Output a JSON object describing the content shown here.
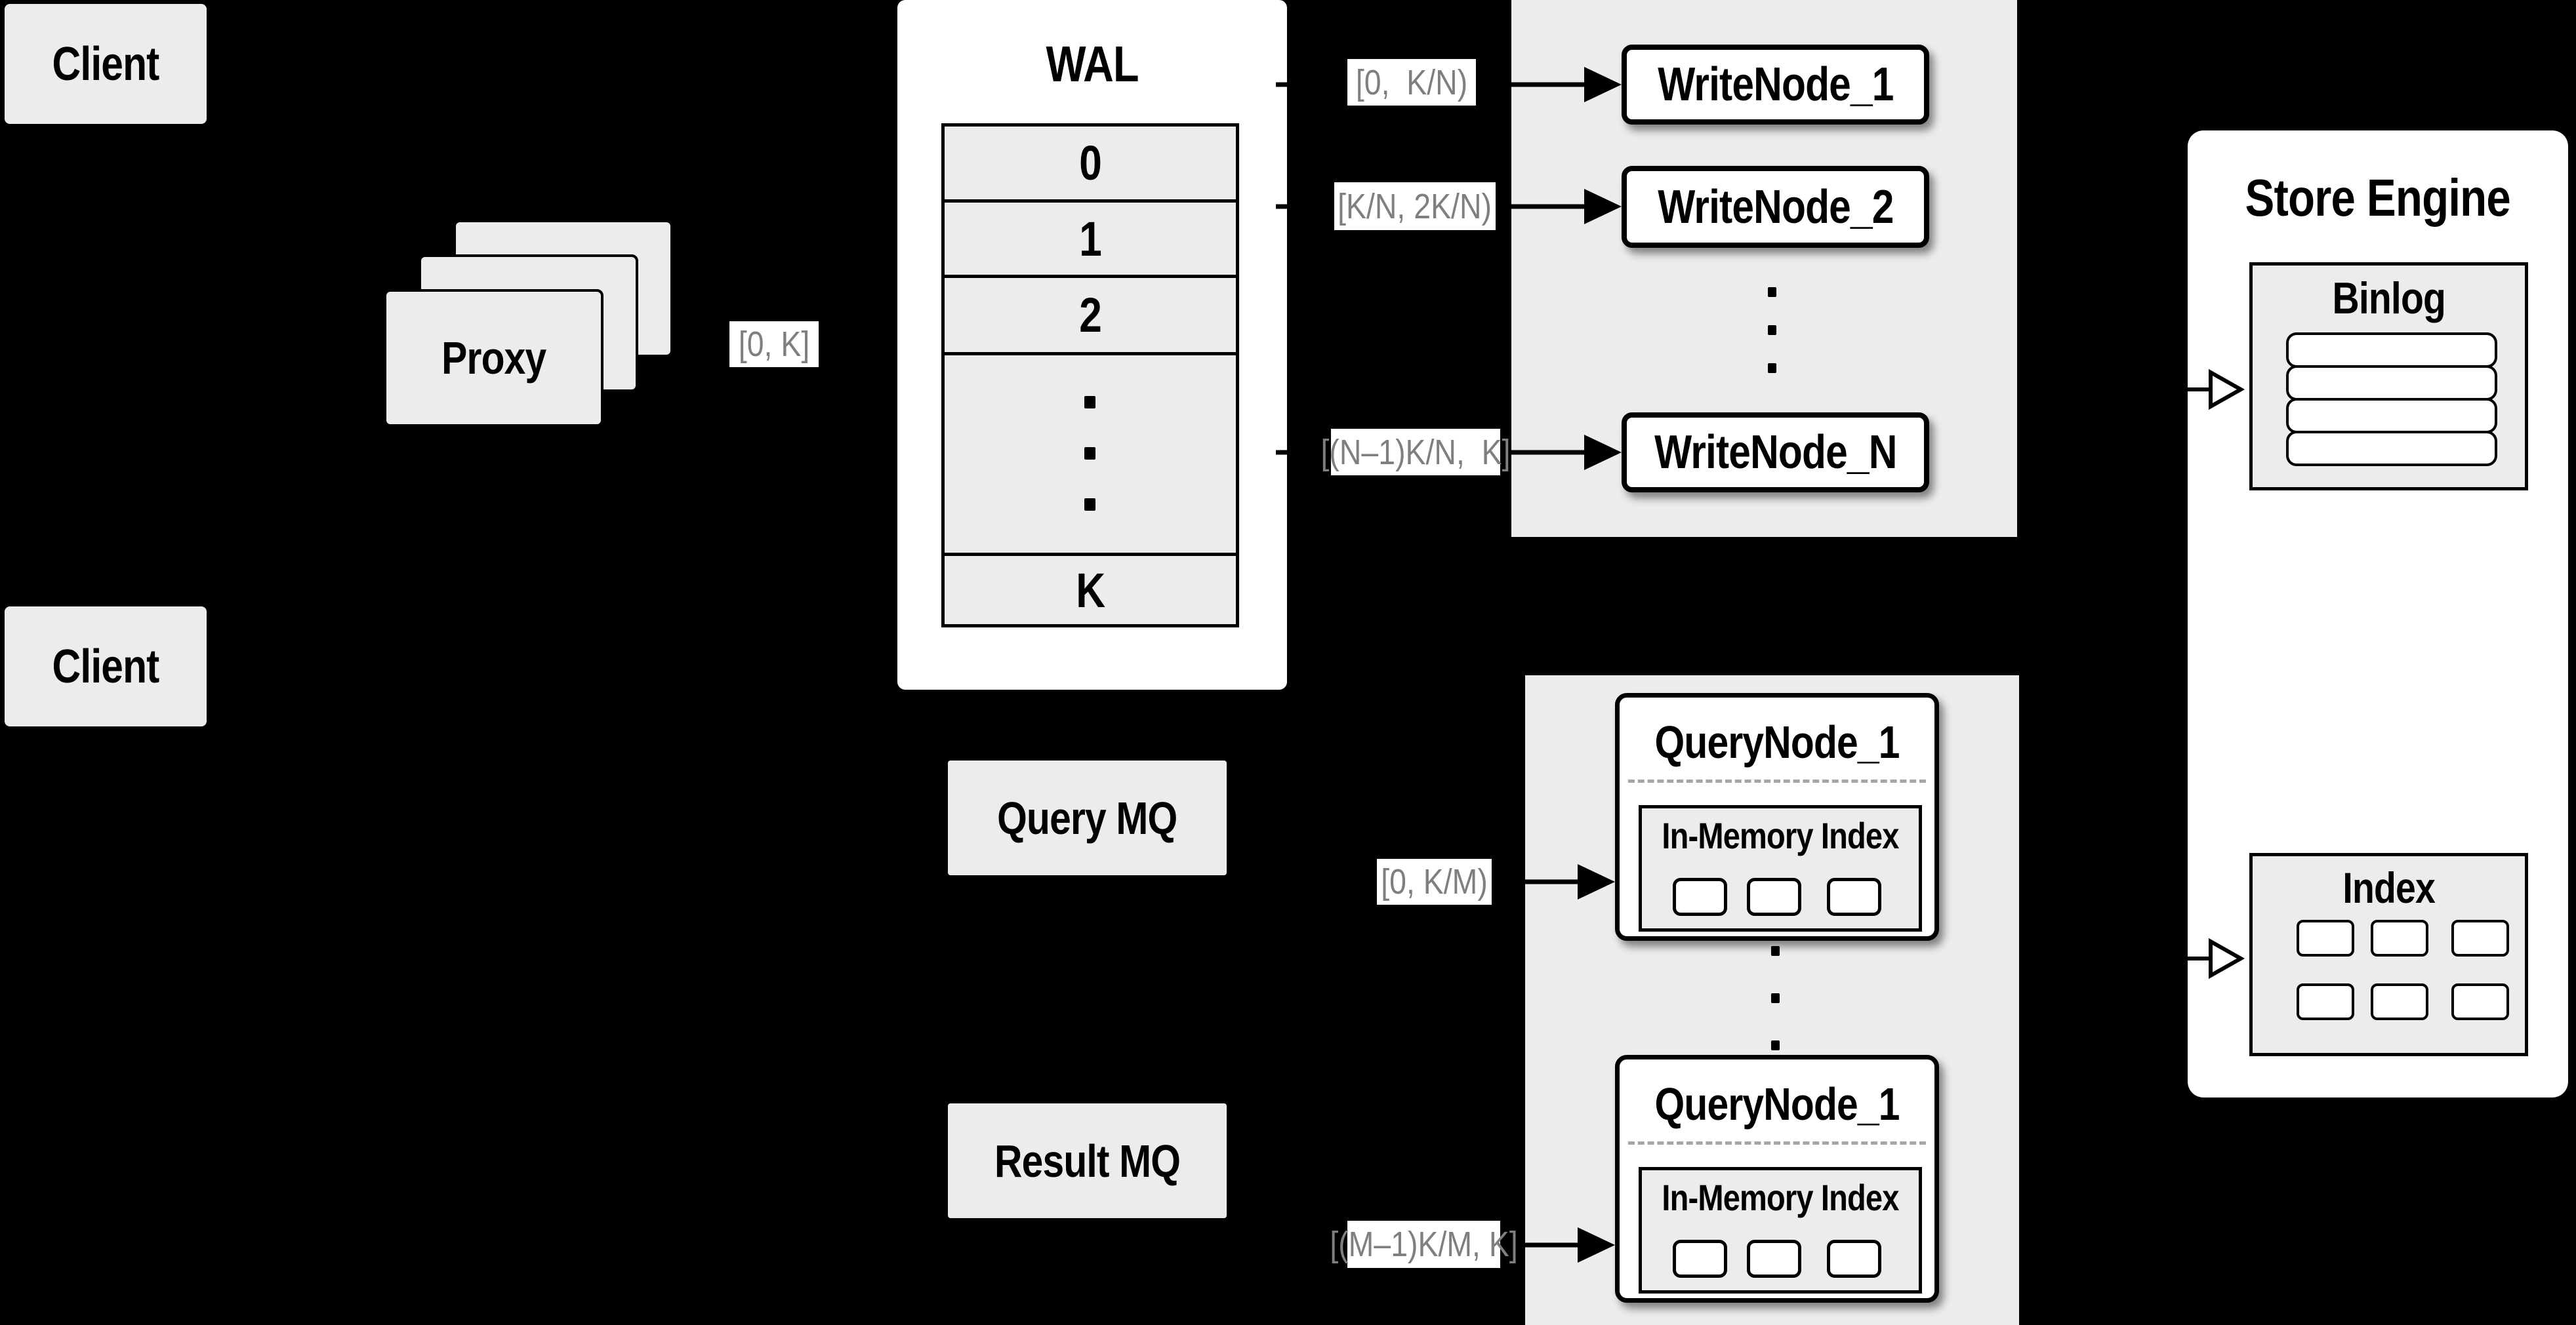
{
  "theme": {
    "background": "#000000",
    "panel_gray": "#ececec",
    "surface_white": "#ffffff",
    "ink_black": "#000000",
    "label_gray": "#7f7f7f",
    "divider_gray": "#a6a6a6"
  },
  "clients": {
    "top": "Client",
    "bottom": "Client"
  },
  "proxy": {
    "label": "Proxy",
    "range_label": "[0, K]"
  },
  "wal": {
    "title": "WAL",
    "rows": [
      "0",
      "1",
      "2",
      "K"
    ]
  },
  "write": {
    "nodes": [
      "WriteNode_1",
      "WriteNode_2",
      "WriteNode_N"
    ],
    "ranges": [
      "[0,  K/N)",
      "[K/N, 2K/N)",
      "[(N–1)K/N,  K]"
    ]
  },
  "store": {
    "title": "Store Engine",
    "binlog_title": "Binlog",
    "index_title": "Index"
  },
  "mq": {
    "query": "Query MQ",
    "result": "Result MQ"
  },
  "query": {
    "nodes": [
      {
        "title": "QueryNode_1",
        "subtitle": "In-Memory Index"
      },
      {
        "title": "QueryNode_1",
        "subtitle": "In-Memory Index"
      }
    ],
    "ranges": [
      "[0, K/M)",
      "[(M–1)K/M, K]"
    ]
  }
}
